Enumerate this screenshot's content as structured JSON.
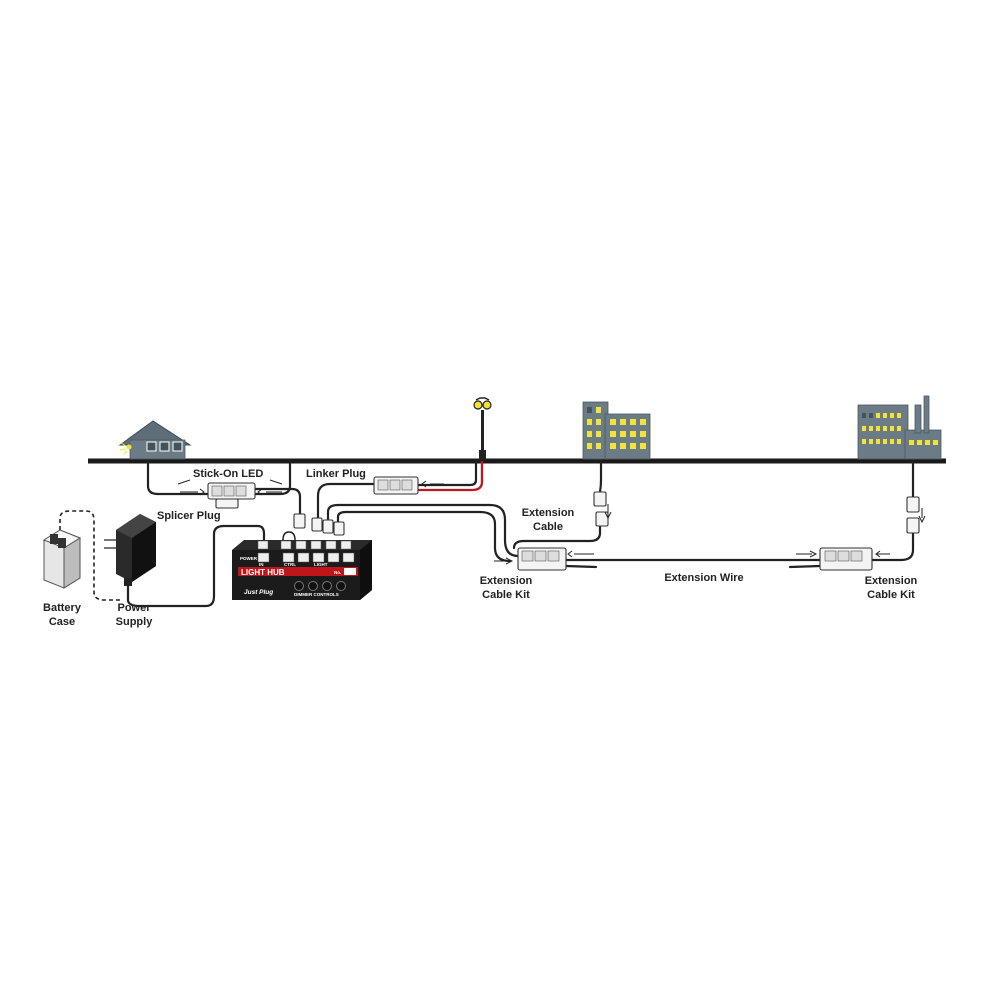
{
  "labels": {
    "stick_on_led": "Stick-On LED",
    "splicer_plug": "Splicer Plug",
    "linker_plug": "Linker Plug",
    "extension_cable_1": "Extension",
    "extension_cable_2": "Cable",
    "extension_cable_kit_left_1": "Extension",
    "extension_cable_kit_left_2": "Cable Kit",
    "extension_wire": "Extension Wire",
    "extension_cable_kit_right_1": "Extension",
    "extension_cable_kit_right_2": "Cable Kit",
    "battery_case_1": "Battery",
    "battery_case_2": "Case",
    "power_supply_1": "Power",
    "power_supply_2": "Supply"
  },
  "hub": {
    "title": "LIGHT HUB",
    "power_label": "POWER",
    "in_label": "IN",
    "ctrl_label": "CTRL",
    "light_label": "LIGHT",
    "brand": "Just Plug",
    "dimmer_label": "DIMMER CONTROLS",
    "model": "No."
  },
  "colors": {
    "wire": "#222222",
    "red_wire": "#c0151b",
    "building": "#6b7c87",
    "window_lit": "#f3e23a",
    "hub_body": "#1b1b1b",
    "hub_stripe": "#c0151b"
  }
}
